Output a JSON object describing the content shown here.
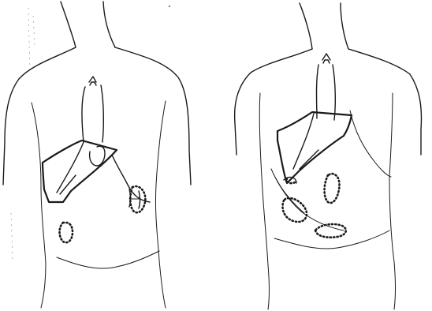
{
  "figure": {
    "panels": [
      {
        "id": "left",
        "subject": "torso-anterior-view"
      },
      {
        "id": "right",
        "subject": "torso-anterior-view"
      }
    ]
  }
}
